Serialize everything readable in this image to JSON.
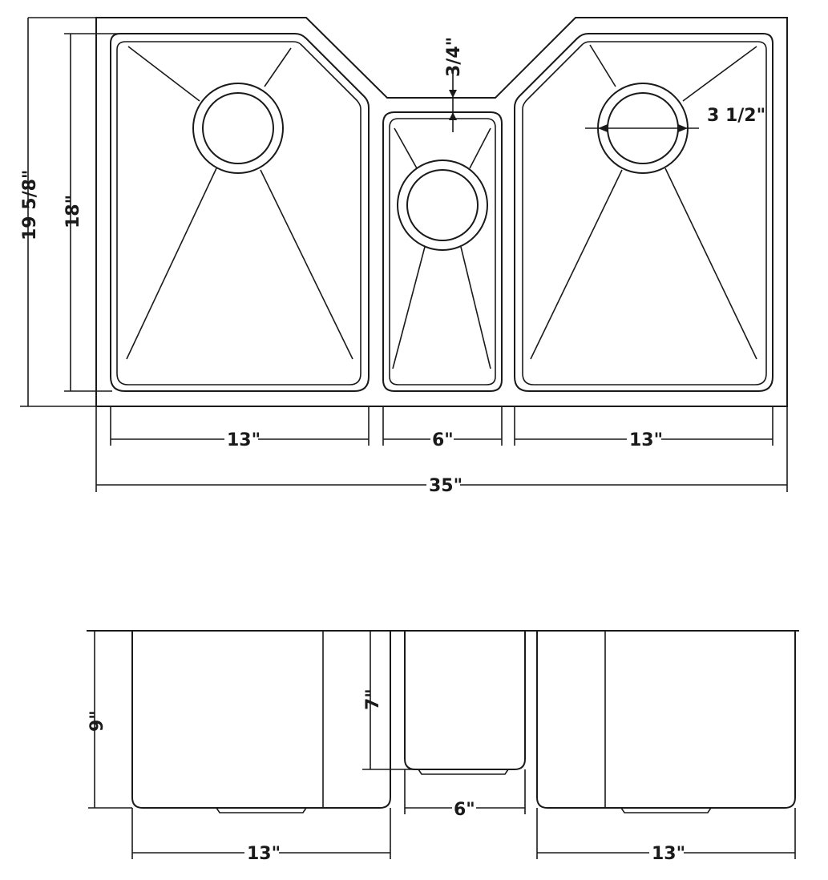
{
  "plan_view": {
    "overall_depth": "19 5/8\"",
    "bowl_depth": "18\"",
    "divider_gap": "3/4\"",
    "drain_diameter": "3 1/2\"",
    "left_bowl_width": "13\"",
    "middle_bowl_width": "6\"",
    "right_bowl_width": "13\"",
    "overall_width": "35\""
  },
  "section_view": {
    "large_bowl_depth": "9\"",
    "small_bowl_depth": "7\"",
    "small_bowl_width": "6\"",
    "left_bowl_width": "13\"",
    "right_bowl_width": "13\""
  }
}
